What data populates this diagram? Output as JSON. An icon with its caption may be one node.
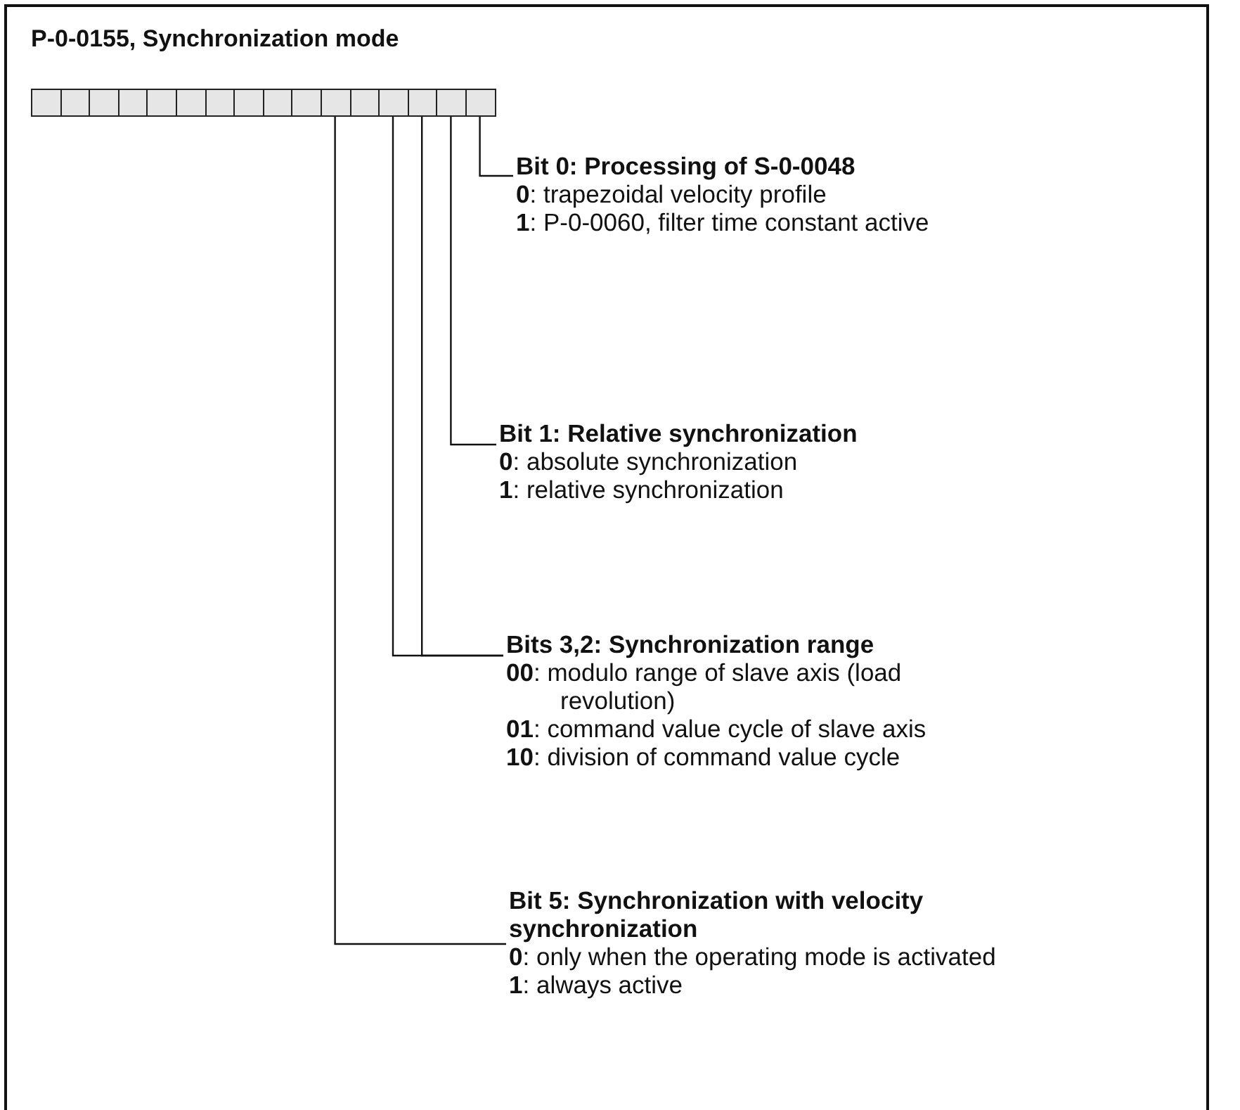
{
  "diagram": {
    "title": "P-0-0155, Synchronization mode",
    "nodes": [
      {
        "text": [],
        "shape": "box"
      },
      {
        "text": [],
        "shape": "box"
      },
      {
        "text": [],
        "shape": "box"
      },
      {
        "text": [],
        "shape": "box"
      },
      {
        "text": [],
        "shape": "box"
      },
      {
        "text": [],
        "shape": "box"
      },
      {
        "text": [],
        "shape": "box"
      },
      {
        "text": [],
        "shape": "box"
      },
      {
        "text": [],
        "shape": "box"
      },
      {
        "text": [],
        "shape": "box"
      },
      {
        "text": [],
        "shape": "box"
      },
      {
        "text": [],
        "shape": "box"
      },
      {
        "text": [],
        "shape": "box"
      },
      {
        "text": [],
        "shape": "box"
      },
      {
        "text": [],
        "shape": "box"
      },
      {
        "text": [],
        "shape": "box"
      },
      {
        "text": [
          "Bit 0: Processing of S-0-0048",
          "**0**: trapezoidal velocity profile",
          "**1**: P-0-0060, filter time constant active"
        ]
      },
      {
        "text": [
          "Bit 1: Relative synchronization",
          "**0**: absolute synchronization",
          "**1**: relative synchronization"
        ]
      },
      {
        "text": [
          "Bits 3,2: Synchronization range",
          "**00**: modulo range of slave axis (load revolution)",
          "**01**: command value cycle of slave axis",
          "**10**: division of command value cycle"
        ]
      },
      {
        "text": [
          "Bit 5: Synchronization with velocity synchronization",
          "**0**: only when the operating mode is activated",
          "**1**: always active"
        ]
      }
    ],
    "edges": [
      {
        "from": 15,
        "to": 16,
        "arrow": "none"
      },
      {
        "from": 14,
        "to": 17,
        "arrow": "none"
      },
      {
        "from": 13,
        "to": 18,
        "arrow": "none"
      },
      {
        "from": 12,
        "to": 18,
        "arrow": "none"
      },
      {
        "from": 10,
        "to": 19,
        "arrow": "none"
      }
    ]
  }
}
